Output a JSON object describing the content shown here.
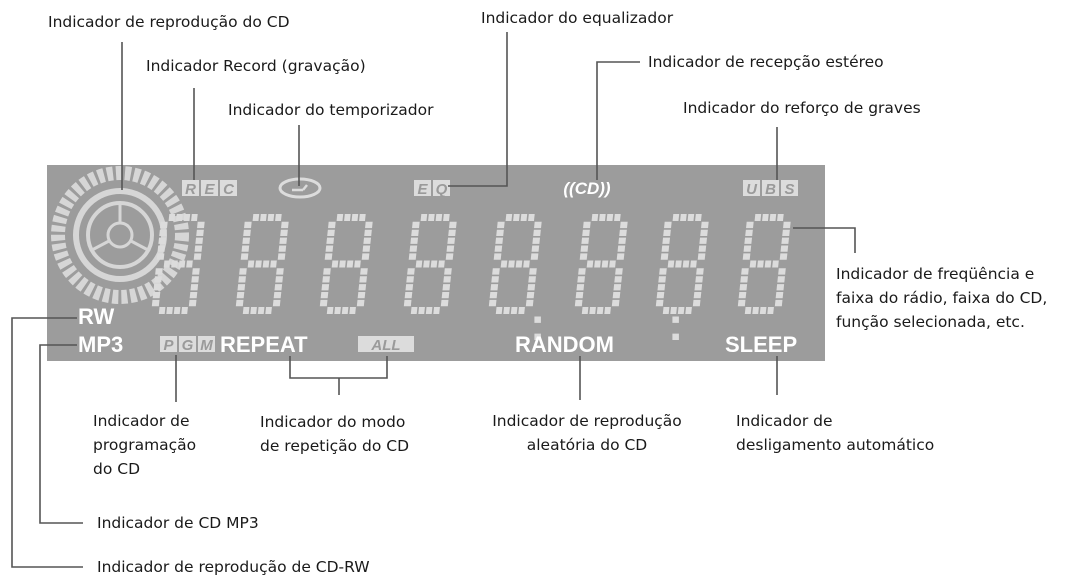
{
  "display": {
    "rw": "RW",
    "mp3": "MP3",
    "pgm": [
      "P",
      "G",
      "M"
    ],
    "repeat": "REPEAT",
    "all": "ALL",
    "random": "RANDOM",
    "sleep": "SLEEP",
    "rec": [
      "R",
      "E",
      "C"
    ],
    "eq": [
      "E",
      "Q"
    ],
    "stereo": "((CD))",
    "ubs": [
      "U",
      "B",
      "S"
    ],
    "colon": ":",
    "colors": {
      "panel": "#9c9c9c",
      "segment": "#dcdcdc",
      "text": "#ffffff",
      "line": "#555555"
    }
  },
  "labels": {
    "cd_playback": "Indicador de reprodução do CD",
    "record": "Indicador Record (gravação)",
    "timer": "Indicador do temporizador",
    "equalizer": "Indicador do equalizador",
    "stereo": "Indicador de recepção estéreo",
    "bass": "Indicador do reforço de graves",
    "frequency": [
      "Indicador de freqüência e",
      "faixa do rádio, faixa do CD,",
      "função selecionada, etc."
    ],
    "programming": [
      "Indicador de",
      "programação",
      "do CD"
    ],
    "repeat_mode": [
      "Indicador do modo",
      "de repetição do CD"
    ],
    "random_play": [
      "Indicador de reprodução",
      "aleatória  do CD"
    ],
    "auto_off": [
      "Indicador de",
      "desligamento automático"
    ],
    "mp3_cd": "Indicador de CD MP3",
    "cdrw_playback": "Indicador de reprodução de CD-RW"
  }
}
